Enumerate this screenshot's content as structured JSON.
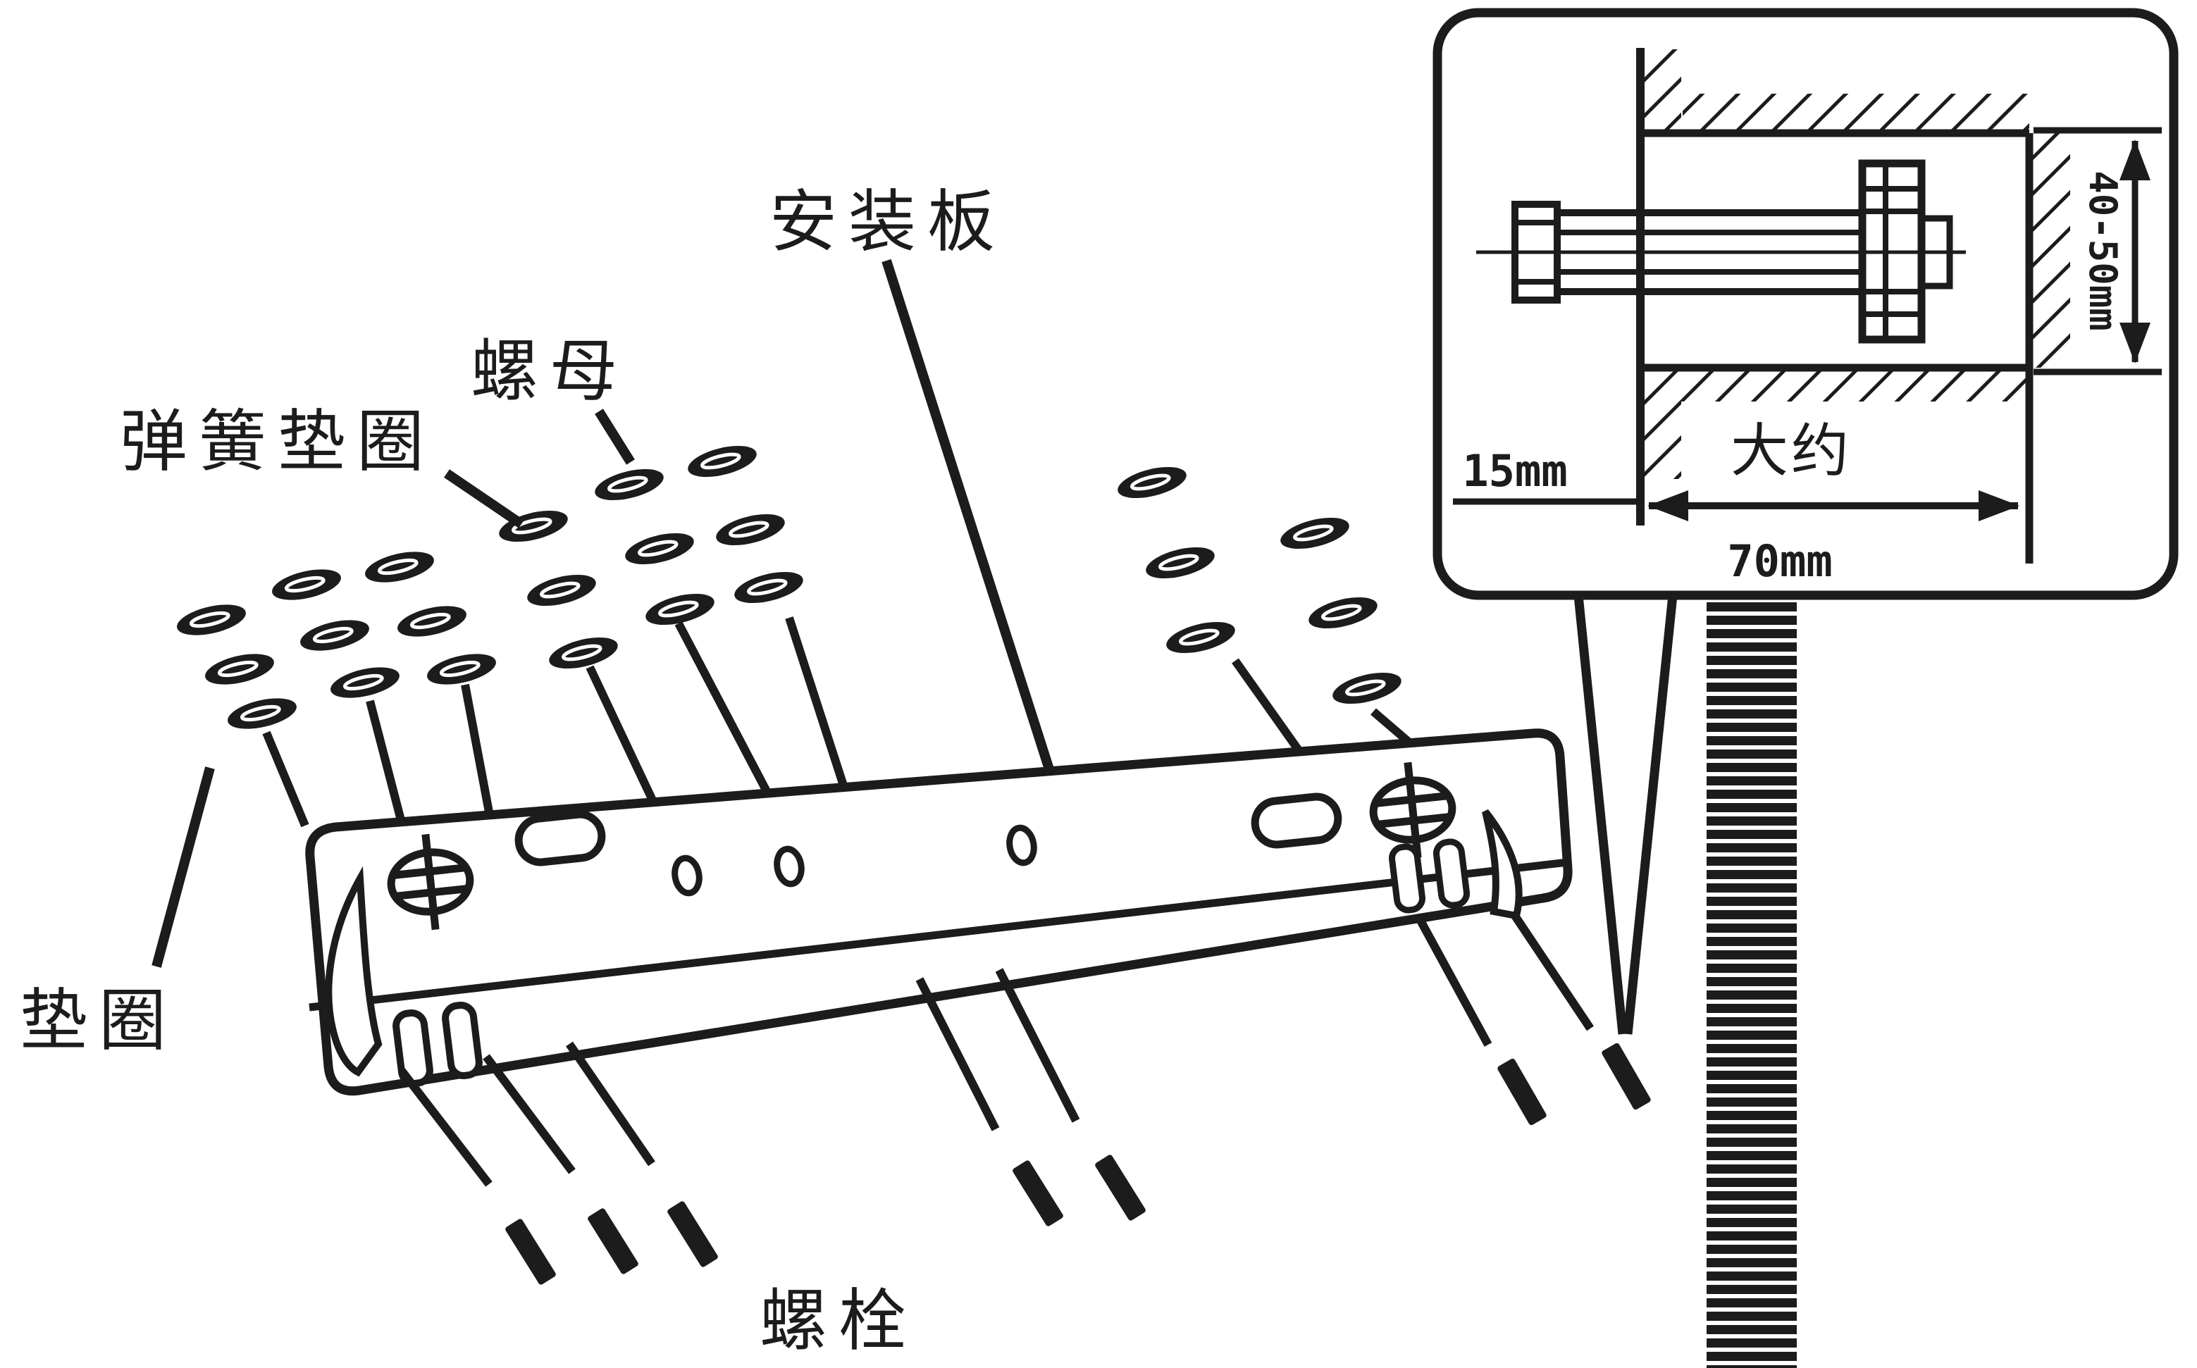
{
  "labels": {
    "mounting_plate": "安装板",
    "nut": "螺母",
    "spring_washer": "弹簧垫圈",
    "washer": "垫圈",
    "bolt": "螺栓"
  },
  "inset": {
    "edge_distance": "15mm",
    "approx": "大约",
    "hole_depth": "70mm",
    "hole_height_range": "40-50mm"
  },
  "colors": {
    "ink": "#1c1c1c",
    "paper": "#ffffff"
  },
  "icons": {
    "washer": "washer-oval-icon",
    "bolt": "bolt-dash-icon",
    "keyhole": "keyhole-slot-icon",
    "wall": "hatched-wall-icon"
  }
}
